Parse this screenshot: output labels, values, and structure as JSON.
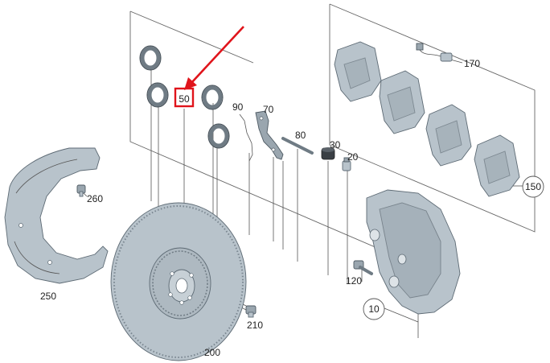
{
  "callouts": {
    "c10": "10",
    "c20": "20",
    "c30": "30",
    "c50": "50",
    "c70": "70",
    "c80": "80",
    "c90": "90",
    "c120": "120",
    "c150": "150",
    "c170": "170",
    "c200": "200",
    "c210": "210",
    "c250": "250",
    "c260": "260"
  },
  "colors": {
    "highlight": "#e0141b",
    "part_fill": "#b8c3cb",
    "line": "#555555"
  }
}
